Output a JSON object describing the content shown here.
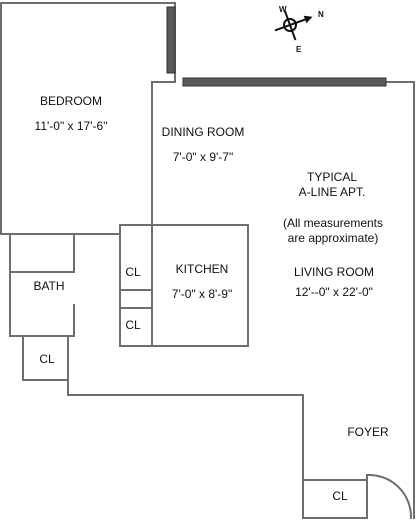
{
  "rooms": {
    "bedroom": {
      "name": "BEDROOM",
      "size": "11'-0\" x 17'-6\""
    },
    "dining": {
      "name": "DINING ROOM",
      "size": "7'-0\" x 9'-7\""
    },
    "kitchen": {
      "name": "KITCHEN",
      "size": "7'-0\" x 8'-9\""
    },
    "living": {
      "name": "LIVING ROOM",
      "size": "12'--0\" x 22'-0\""
    },
    "bath": {
      "name": "BATH"
    },
    "foyer": {
      "name": "FOYER"
    }
  },
  "closets": {
    "label": "CL"
  },
  "note": {
    "title_line1": "TYPICAL",
    "title_line2": "A-LINE APT.",
    "caveat_line1": "(All measurements",
    "caveat_line2": "are approximate)"
  },
  "compass": {
    "n": "N",
    "e": "E",
    "w": "W"
  }
}
